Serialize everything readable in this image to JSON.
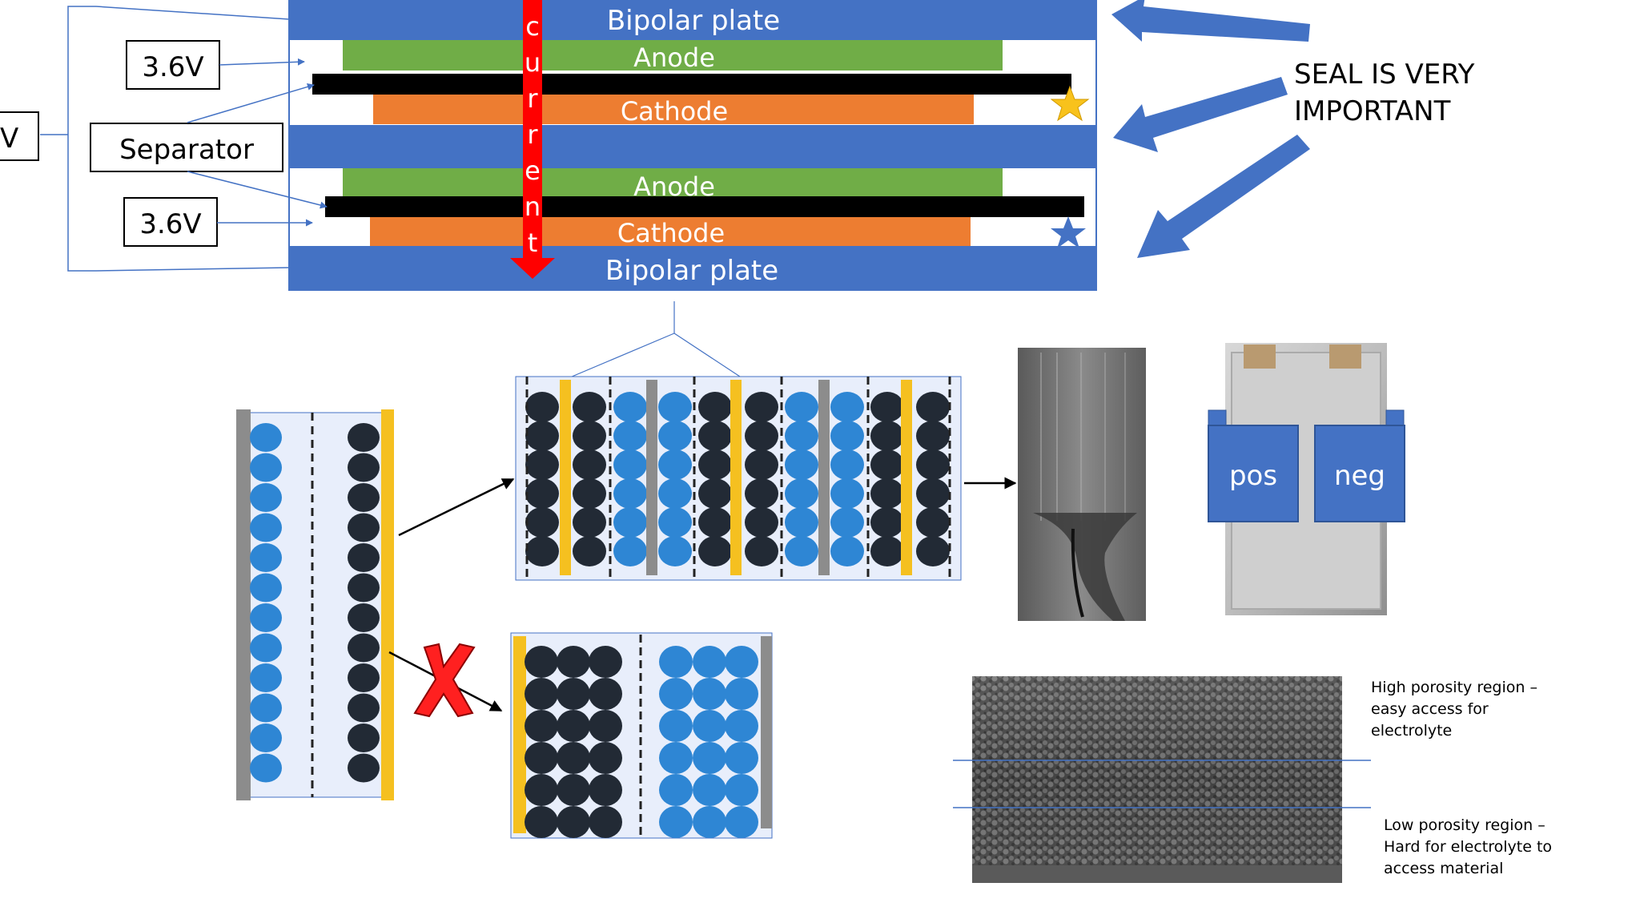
{
  "stack": {
    "bipolar_top": "Bipolar plate",
    "bipolar_bottom": "Bipolar plate",
    "anode_1": "Anode",
    "cathode_1": "Cathode",
    "anode_2": "Anode",
    "cathode_2": "Cathode",
    "current_letters": [
      "c",
      "u",
      "r",
      "r",
      "e",
      "n",
      "t"
    ]
  },
  "labels": {
    "cell_voltage_1": "3.6V",
    "cell_voltage_2": "3.6V",
    "separator": "Separator",
    "total_voltage_fragment": "V",
    "seal_line_1": "SEAL IS VERY",
    "seal_line_2": "IMPORTANT"
  },
  "pouch": {
    "pos": "pos",
    "neg": "neg"
  },
  "sem": {
    "high_porosity": [
      "High porosity region –",
      "easy access for",
      "electrolyte"
    ],
    "low_porosity": [
      "Low porosity region –",
      "Hard for electrolyte to",
      "access material"
    ]
  },
  "colors": {
    "plate_blue": "#4472c4",
    "anode_green": "#70ad47",
    "cathode_orange": "#ed7d31",
    "current_red": "#ff0000",
    "particle_blue": "#2e86d4",
    "particle_dark": "#222a35",
    "collector_yellow": "#f5c020",
    "collector_gray": "#8c8c8c",
    "panel_fill": "#e8eefb",
    "star_gold": "#f8c21c",
    "star_blue": "#4472c4"
  }
}
